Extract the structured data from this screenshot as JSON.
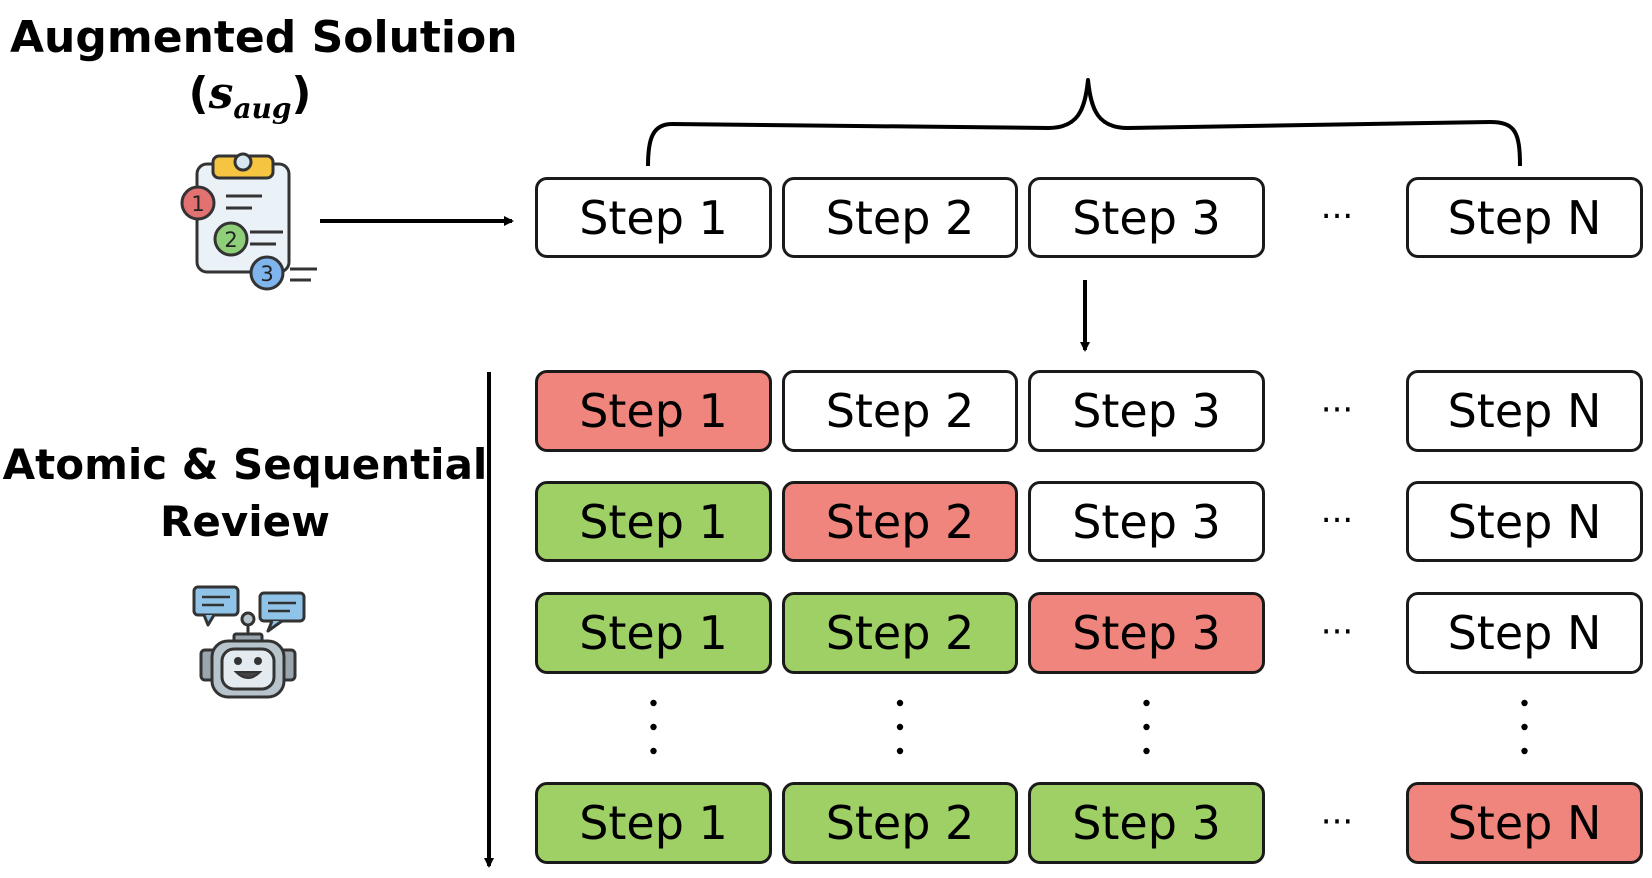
{
  "titles": {
    "augmented_solution": "Augmented Solution",
    "s_aug_symbol": "s",
    "s_aug_subscript": "aug",
    "atomic_line1": "Atomic & Sequential",
    "atomic_line2": "Review"
  },
  "steps": {
    "step1": "Step 1",
    "step2": "Step 2",
    "step3": "Step 3",
    "stepN": "Step N"
  },
  "ellipsis": "···",
  "status_colors": {
    "correct": "#9fd066",
    "error": "#ef857c",
    "unreviewed": "#ffffff"
  },
  "review_rows": [
    [
      "error",
      "unreviewed",
      "unreviewed",
      "unreviewed"
    ],
    [
      "correct",
      "error",
      "unreviewed",
      "unreviewed"
    ],
    [
      "correct",
      "correct",
      "error",
      "unreviewed"
    ],
    [
      "correct",
      "correct",
      "correct",
      "error"
    ]
  ],
  "icons": [
    "clipboard-checklist-icon",
    "robot-chat-icon"
  ]
}
